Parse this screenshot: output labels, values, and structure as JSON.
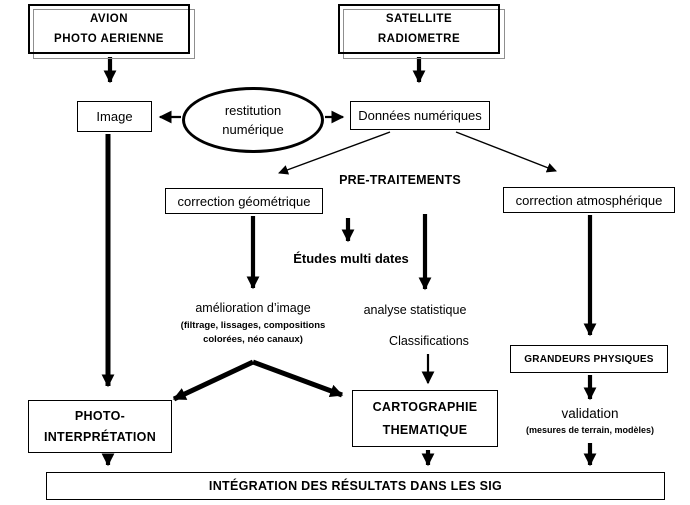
{
  "page": {
    "background": "#ffffff",
    "line_color": "#000000",
    "shadow_color": "#8f8f8f",
    "text_color": "#000000"
  },
  "nodes": {
    "avion": {
      "line1": "AVION",
      "line2": "PHOTO AERIENNE"
    },
    "satellite": {
      "line1": "SATELLITE",
      "line2": "RADIOMETRE"
    },
    "image": {
      "label": "Image"
    },
    "restitution": {
      "line1": "restitution",
      "line2": "numérique"
    },
    "donnees": {
      "label": "Données numériques"
    },
    "pretraitements": {
      "label": "PRE-TRAITEMENTS"
    },
    "correction_geometrique": {
      "label": "correction géométrique"
    },
    "correction_atmospherique": {
      "label": "correction atmosphérique"
    },
    "etudes_multi_dates": {
      "label": "Études multi dates"
    },
    "amelioration": {
      "label": "amélioration d’image",
      "sub_line1": "(filtrage, lissages, compositions",
      "sub_line2": "colorées, néo canaux)"
    },
    "analyse_statistique": {
      "label": "analyse statistique"
    },
    "classifications": {
      "label": "Classifications"
    },
    "photo_interpretation": {
      "line1": "PHOTO-",
      "line2": "INTERPRÉTATION"
    },
    "cartographie": {
      "line1": "CARTOGRAPHIE",
      "line2": "THEMATIQUE"
    },
    "grandeurs_physiques": {
      "label": "GRANDEURS PHYSIQUES"
    },
    "validation": {
      "label": "validation",
      "sub": "(mesures de terrain, modèles)"
    },
    "integration": {
      "label": "INTÉGRATION DES RÉSULTATS DANS LES SIG"
    }
  }
}
